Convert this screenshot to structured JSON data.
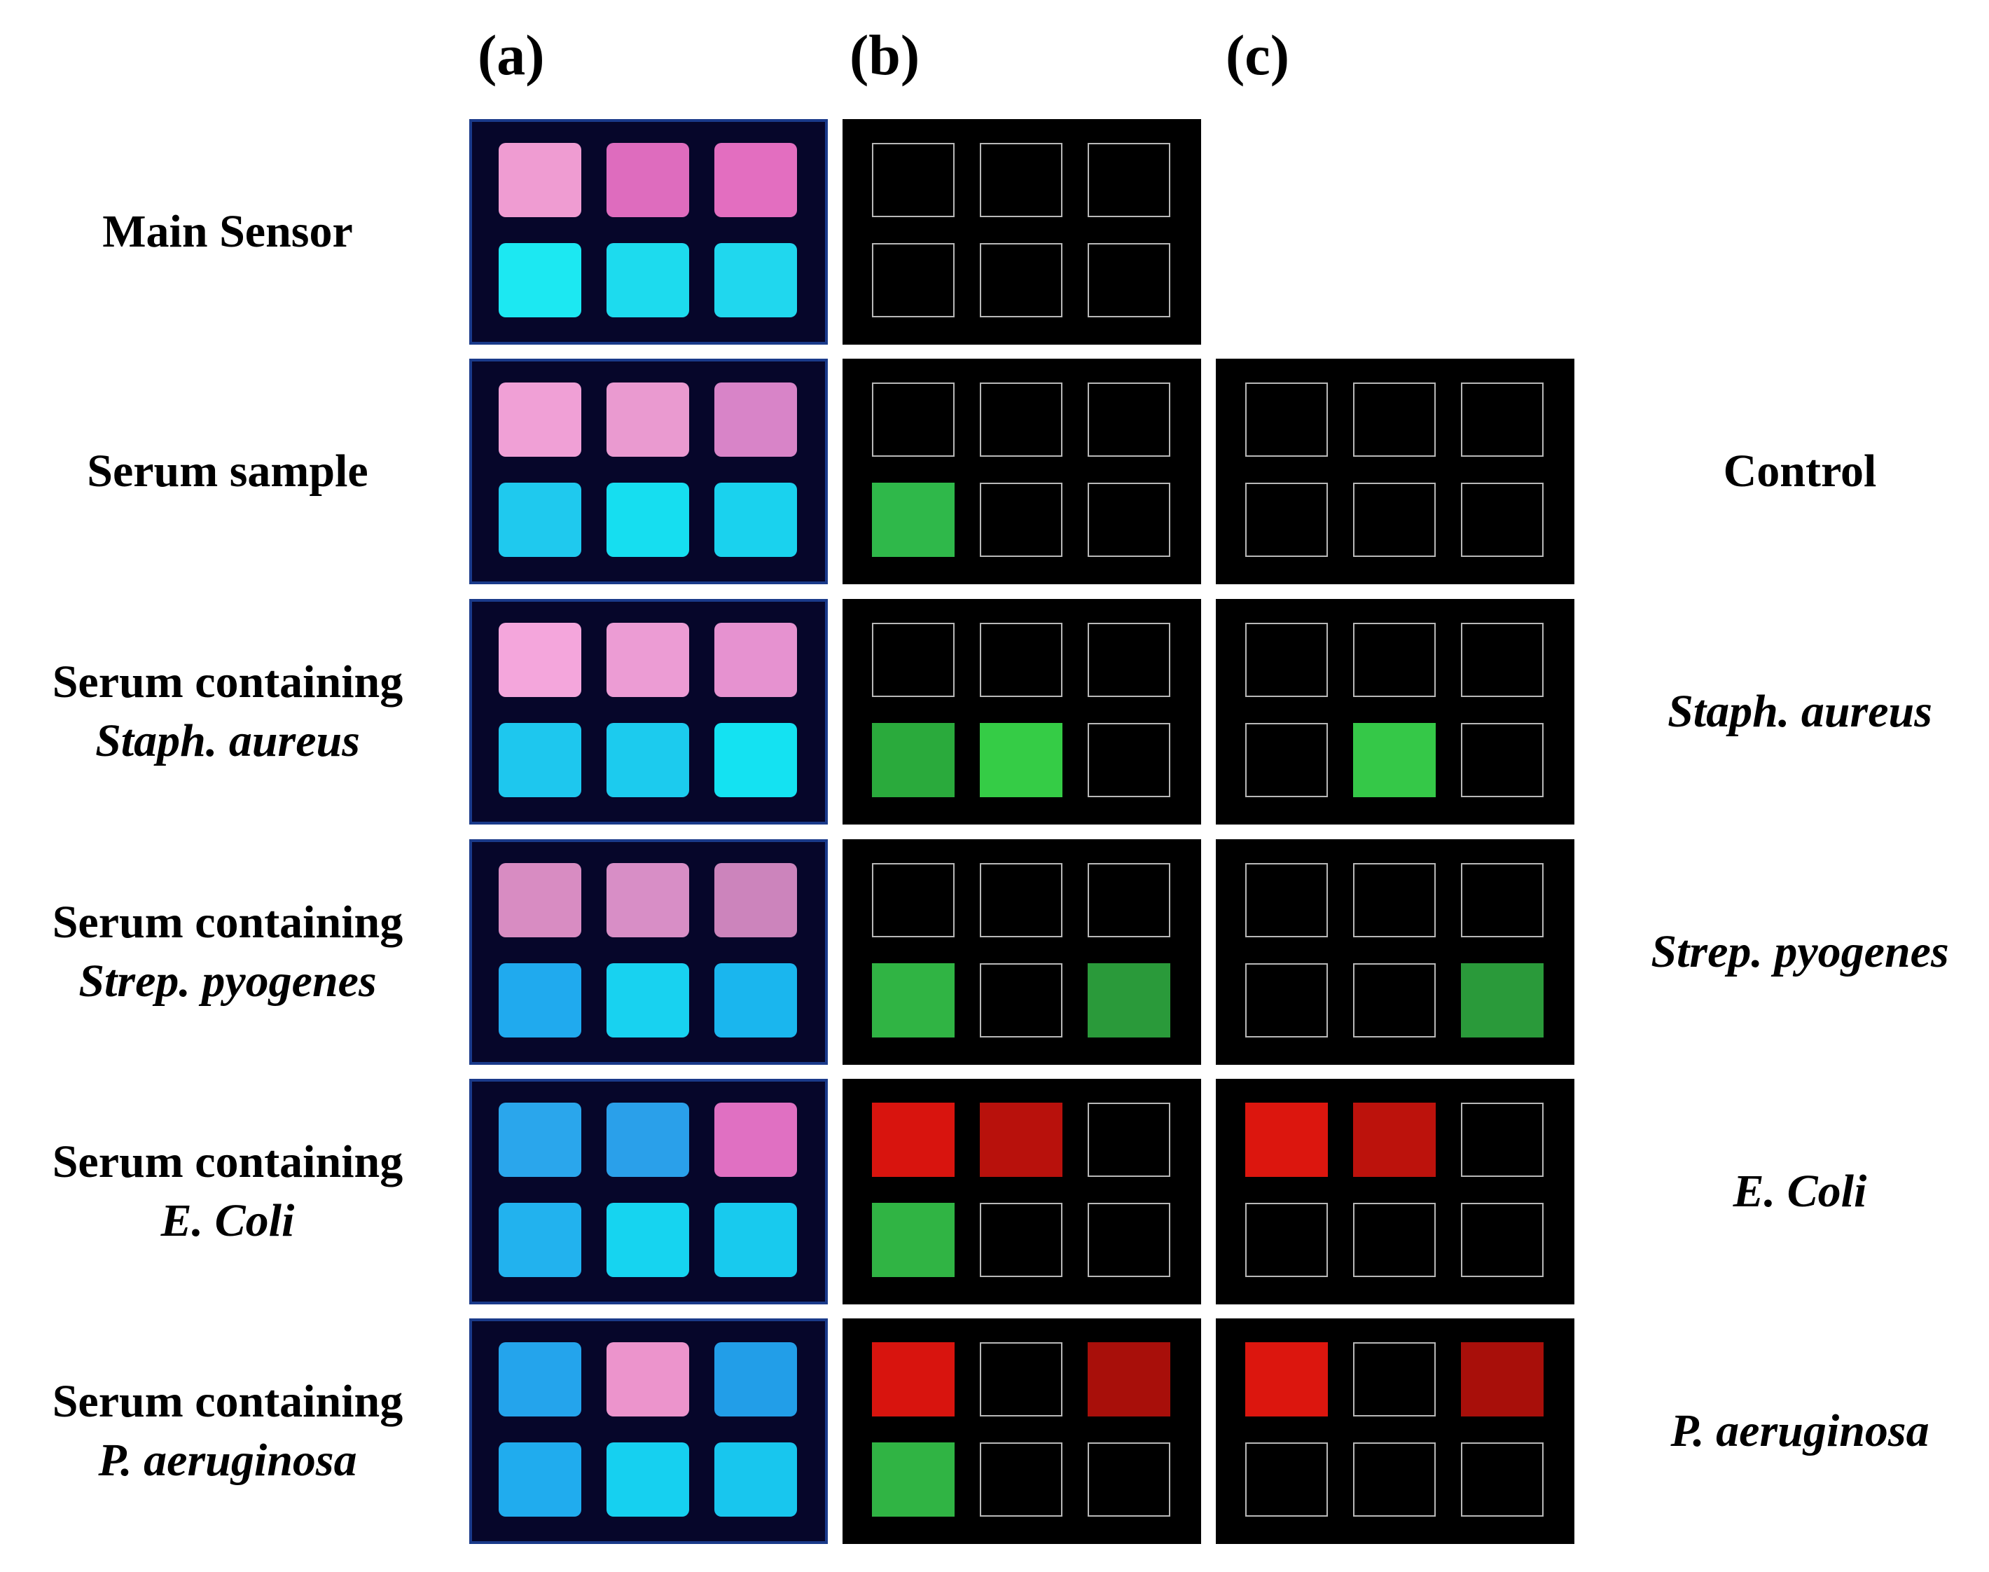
{
  "column_headers": [
    "(a)",
    "(b)",
    "(c)"
  ],
  "rows": [
    {
      "left_label": [
        "Main Sensor",
        ""
      ],
      "right_label": "",
      "right_italic": false,
      "photo": [
        [
          "#ef9cd2",
          "#de6cbe",
          "#e36ec0"
        ],
        [
          "#1ce8f2",
          "#1ddbee",
          "#20d7ee"
        ]
      ],
      "map_b": [
        [
          "",
          "",
          ""
        ],
        [
          "",
          "",
          ""
        ]
      ],
      "map_c": null
    },
    {
      "left_label": [
        "Serum sample",
        ""
      ],
      "right_label": "Control",
      "right_italic": false,
      "photo": [
        [
          "#f0a0d6",
          "#ea9ad0",
          "#d884c8"
        ],
        [
          "#1fc9ee",
          "#16def0",
          "#1ad2ee"
        ]
      ],
      "map_b": [
        [
          "",
          "",
          ""
        ],
        [
          "#2fb84a",
          "",
          ""
        ]
      ],
      "map_c": [
        [
          "",
          "",
          ""
        ],
        [
          "",
          "",
          ""
        ]
      ]
    },
    {
      "left_label": [
        "Serum containing",
        "Staph. aureus"
      ],
      "right_label": "Staph. aureus",
      "right_italic": true,
      "photo": [
        [
          "#f4a6dc",
          "#ec9cd4",
          "#e692d0"
        ],
        [
          "#1ec7ee",
          "#1ccbee",
          "#14e2f2"
        ]
      ],
      "map_b": [
        [
          "",
          "",
          ""
        ],
        [
          "#2aaa3c",
          "#35cc46",
          ""
        ]
      ],
      "map_c": [
        [
          "",
          "",
          ""
        ],
        [
          "",
          "#35c848",
          ""
        ]
      ]
    },
    {
      "left_label": [
        "Serum containing",
        "Strep. pyogenes"
      ],
      "right_label": "Strep. pyogenes",
      "right_italic": true,
      "photo": [
        [
          "#d88cc2",
          "#d88ec6",
          "#cc84bc"
        ],
        [
          "#20aaee",
          "#18d2f0",
          "#1ab6ee"
        ]
      ],
      "map_b": [
        [
          "",
          "",
          ""
        ],
        [
          "#30b444",
          "",
          "#2a9a3a"
        ]
      ],
      "map_c": [
        [
          "",
          "",
          ""
        ],
        [
          "",
          "",
          "#2a9a3a"
        ]
      ]
    },
    {
      "left_label": [
        "Serum containing",
        "E. Coli"
      ],
      "right_label": "E. Coli",
      "right_italic": true,
      "photo": [
        [
          "#2aa6ec",
          "#2aa0ea",
          "#e070c2"
        ],
        [
          "#22b2ee",
          "#16d4f0",
          "#18caee"
        ]
      ],
      "map_b": [
        [
          "#d8140e",
          "#b8110c",
          ""
        ],
        [
          "#30b444",
          "",
          ""
        ]
      ],
      "map_c": [
        [
          "#dc160e",
          "#bc120c",
          ""
        ],
        [
          "",
          "",
          ""
        ]
      ]
    },
    {
      "left_label": [
        "Serum containing",
        "P. aeruginosa"
      ],
      "right_label": "P. aeruginosa",
      "right_italic": true,
      "photo": [
        [
          "#24a4ec",
          "#ec94cc",
          "#229ee8"
        ],
        [
          "#20acee",
          "#16d0f0",
          "#18c6ee"
        ]
      ],
      "map_b": [
        [
          "#d8140e",
          "",
          "#a80f0a"
        ],
        [
          "#30b444",
          "",
          ""
        ]
      ],
      "map_c": [
        [
          "#dc160e",
          "",
          "#a80f0a"
        ],
        [
          "",
          "",
          ""
        ]
      ]
    }
  ]
}
